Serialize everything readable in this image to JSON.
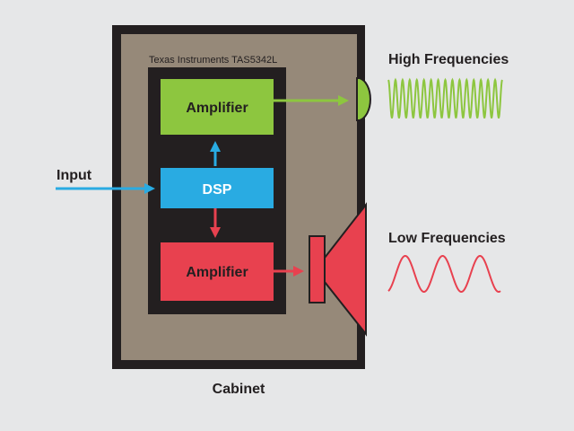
{
  "chip_label": "Texas Instruments TAS5342L",
  "blocks": {
    "amp_high": "Amplifier",
    "dsp": "DSP",
    "amp_low": "Amplifier"
  },
  "labels": {
    "input": "Input",
    "high": "High Frequencies",
    "low": "Low Frequencies",
    "cabinet": "Cabinet"
  },
  "colors": {
    "background": "#e6e7e8",
    "cabinet_fill": "#968979",
    "frame": "#231f20",
    "green": "#8dc63f",
    "blue": "#29abe2",
    "red": "#e8414f"
  }
}
